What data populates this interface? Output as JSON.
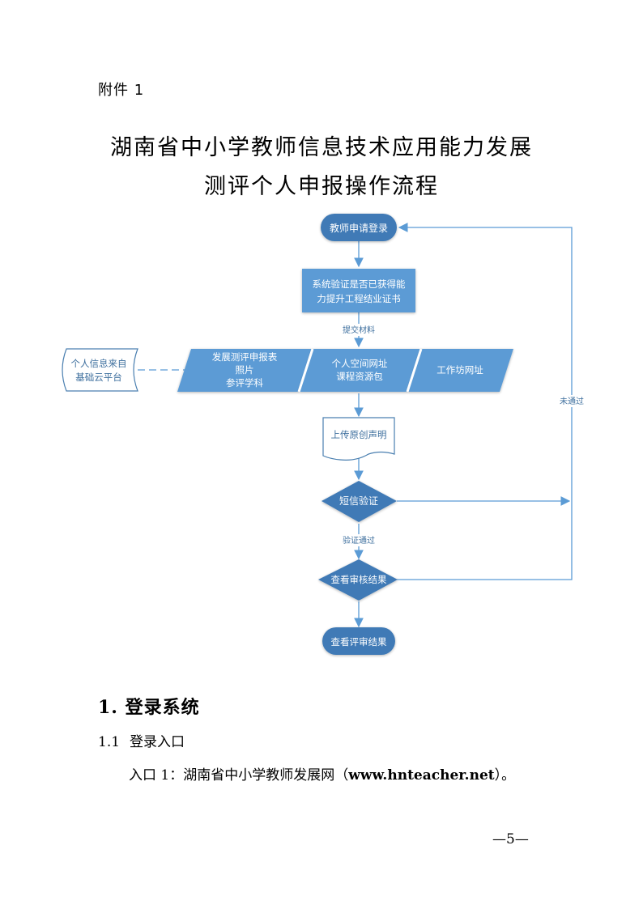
{
  "attachment_label": "附件 1",
  "title": {
    "line1": "湖南省中小学教师信息技术应用能力发展",
    "line2": "测评个人申报操作流程"
  },
  "colors": {
    "node_dark": "#3f7ab6",
    "node_light": "#5b9bd5",
    "line": "#5b9bd5",
    "line_dark": "#4a7fb0",
    "doc_border": "#4a7fb0"
  },
  "flowchart": {
    "nodes": {
      "start": "教师申请登录",
      "verify_certificate": {
        "line1": "系统验证是否已获得能",
        "line2": "力提升工程结业证书"
      },
      "data_source": {
        "line1": "个人信息来自",
        "line2": "基础云平台"
      },
      "input_report": {
        "line1": "发展测评申报表",
        "line2": "照片",
        "line3": "参评学科"
      },
      "input_space": {
        "line1": "个人空间网址",
        "line2": "课程资源包"
      },
      "input_workshop": "工作坊网址",
      "upload_statement": "上传原创声明",
      "sms_verify": "短信验证",
      "check_audit": "查看审核结果",
      "end": "查看评审结果"
    },
    "edge_labels": {
      "submit_materials": "提交材料",
      "verified": "验证通过",
      "not_passed": "未通过"
    }
  },
  "section": {
    "heading": "1. 登录系统",
    "subheading_num": "1.1",
    "subheading_text": "登录入口",
    "paragraph_prefix": "入口 1：湖南省中小学教师发展网（",
    "paragraph_url": "www.hnteacher.net",
    "paragraph_suffix": "）。"
  },
  "page_number": "—5—"
}
